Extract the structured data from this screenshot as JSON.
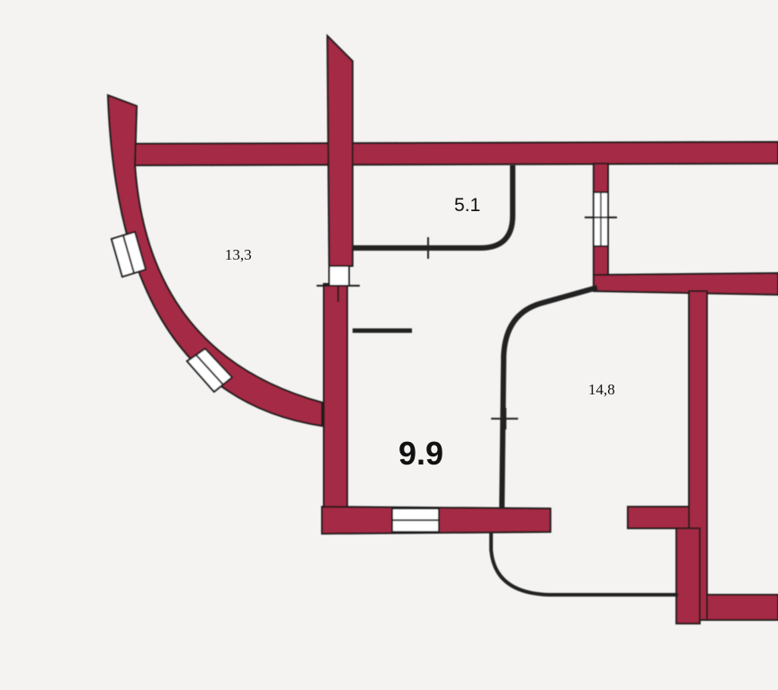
{
  "floor_plan": {
    "colors": {
      "wall": "#a52a44",
      "wall_edge": "#1a1a1a",
      "background": "#f4f3f1",
      "window": "#ffffff",
      "partition": "#222222"
    },
    "rooms": [
      {
        "id": "room-a",
        "label": "13,3"
      },
      {
        "id": "room-b",
        "label": "5.1"
      },
      {
        "id": "room-c",
        "label": "14,8"
      },
      {
        "id": "room-d",
        "label": "9.9"
      }
    ]
  }
}
